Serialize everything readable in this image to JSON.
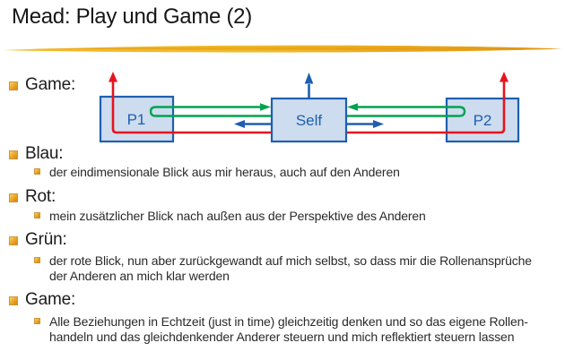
{
  "slide": {
    "title": "Mead: Play und Game (2)"
  },
  "diagram": {
    "p1_label": "P1",
    "self_label": "Self",
    "p2_label": "P2"
  },
  "bullets": {
    "game1": {
      "label": "Game:"
    },
    "blau": {
      "label": "Blau:",
      "text": "der eindimensionale Blick aus mir heraus, auch auf den Anderen"
    },
    "rot": {
      "label": "Rot:",
      "text": "mein zusätzlicher Blick nach außen aus der Perspektive des Anderen"
    },
    "gruen": {
      "label": "Grün:",
      "lines": [
        "der rote Blick, nun aber zurückgewandt auf mich selbst, so dass mir die Rollenansprüche",
        "der Anderen an mich klar werden"
      ]
    },
    "game2": {
      "label": "Game:",
      "lines": [
        "Alle Beziehungen in Echtzeit (just in time) gleichzeitig denken und so das eigene Rollen-",
        "handeln und das gleichdenkender Anderer steuern und mich reflektiert steuern lassen"
      ]
    }
  },
  "colors": {
    "arrow_red": "#e5151f",
    "arrow_green": "#00a350",
    "arrow_blue": "#1e5fb0",
    "box_fill": "#cddcee",
    "box_border": "#1e5fb0",
    "bullet_orange": "#eeab2e",
    "brush_yellow": "#f2bc2a",
    "brush_orange": "#e1940f",
    "text": "#2a2a2a"
  }
}
